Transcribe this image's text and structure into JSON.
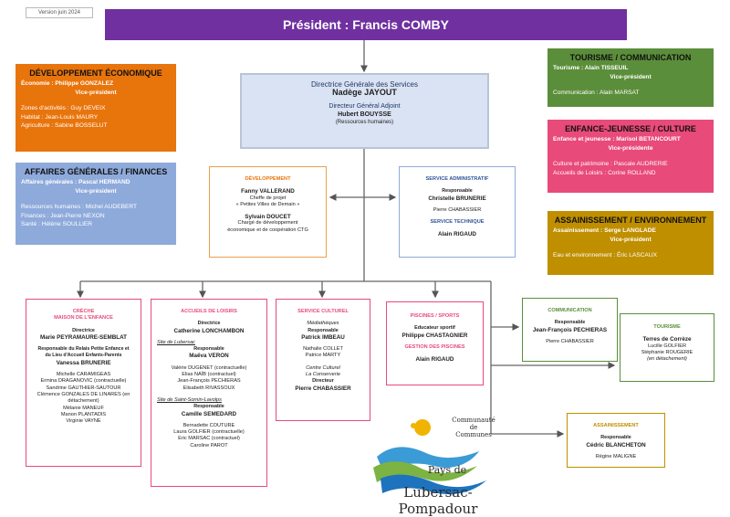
{
  "version": "Version juin 2024",
  "president": "Président : Francis COMBY",
  "colors": {
    "president": "#7030a0",
    "eco": "#e8740c",
    "affaires": "#8eaadb",
    "tourisme": "#5b8e3a",
    "enfance": "#e84a7a",
    "assain": "#bf8f00",
    "dgs": "#dae3f3"
  },
  "eco": {
    "title": "DÉVELOPPEMENT ÉCONOMIQUE",
    "vp_line": "Économie :  Philippe GONZALEZ",
    "vp": "Vice-président",
    "lines": [
      "Zones d'activités : Guy DEVEIX",
      "Habitat : Jean-Louis MAURY",
      "Agriculture : Sabine BOSSELUT"
    ]
  },
  "affaires": {
    "title": "AFFAIRES GÉNÉRALES / FINANCES",
    "vp_line": "Affaires générales : Pascal HERMAND",
    "vp": "Vice-président",
    "lines": [
      "Ressources humaines : Michel AUDEBERT",
      "Finances : Jean-Pierre NEXON",
      "Santé : Hélène SOULLIER"
    ]
  },
  "tourisme": {
    "title": "TOURISME / COMMUNICATION",
    "vp_line": "Tourisme : Alain TISSEUIL",
    "vp": "Vice-président",
    "lines": [
      "Communication : Alain MARSAT"
    ]
  },
  "enfance": {
    "title": "ENFANCE-JEUNESSE / CULTURE",
    "vp_line": "Enfance et jeunesse : Marisol BETANCOURT",
    "vp": "Vice-présidente",
    "lines": [
      "Culture et patrimoine : Pascale AUDRERIE",
      "Accueils de Loisirs : Corine ROLLAND"
    ]
  },
  "assain": {
    "title": "ASSAINISSEMENT / ENVIRONNEMENT",
    "vp_line": "Assainissement : Serge LANGLADE",
    "vp": "Vice-président",
    "lines": [
      "Eau et environnement : Éric LASCAUX"
    ]
  },
  "dgs": {
    "title": "Directrice Générale des Services",
    "name": "Nadège JAYOUT",
    "dga_title": "Directeur Général Adjoint",
    "dga_name": "Hubert BOUYSSE",
    "dga_note": "(Ressources humaines)"
  },
  "dev": {
    "title": "DÉVELOPPEMENT",
    "p1": "Fanny VALLERAND",
    "p1_role1": "Cheffe de projet",
    "p1_role2": "« Petites Villes de Demain »",
    "p2": "Sylvain DOUCET",
    "p2_role1": "Chargé de développement",
    "p2_role2": "économique et de coopération CTG"
  },
  "admin": {
    "title": "SERVICE ADMINISTRATIF",
    "resp_label": "Responsable",
    "resp": "Christelle BRUNERIE",
    "other": "Pierre CHABASSIER",
    "tech_title": "SERVICE TECHNIQUE",
    "tech": "Alain RIGAUD"
  },
  "creche": {
    "title1": "CRÈCHE",
    "title2": "MAISON DE L'ENFANCE",
    "dir_label": "Directrice",
    "dir": "Marie PEYRAMAURE-SEMBLAT",
    "relais1": "Responsable du Relais Petite Enfance et",
    "relais2": "du Lieu d'Accueil Enfants-Parents",
    "relais": "Vanessa BRUNERIE",
    "staff": [
      "Michelle CARAMIGEAS",
      "Ermina DRAGANOVIC (contractuelle)",
      "Sandrine GAUTHIER-SAUTOUR",
      "Clémence GONZALES DE LINARES (en",
      "détachement)",
      "Mélanie MANEUF",
      "Manon PLANTADIS",
      "Virginie VAYNE"
    ]
  },
  "loisirs": {
    "title": "ACCUEILS DE LOISIRS",
    "dir_label": "Directrice",
    "dir": "Catherine LONCHAMBON",
    "site1": "Site de Lubersac",
    "resp_label": "Responsable",
    "resp1": "Maëva VERON",
    "staff1": [
      "Valérie DUGENET (contractuelle)",
      "Elias NAÏB (contractuel)",
      "Jean-François PECHIERAS",
      "Elisabeth RIVASSOUX"
    ],
    "site2": "Site de Saint-Sornin-Lavolps",
    "resp2": "Camille SEMEDARD",
    "staff2": [
      "Bernadette COUTURE",
      "Laura GOLFIER (contractuelle)",
      "Eric MARSAC (contractuel)",
      "Caroline PAROT"
    ]
  },
  "culturel": {
    "title": "SERVICE CULTUREL",
    "sub1": "Médiathèques",
    "resp_label": "Responsable",
    "resp": "Patrick IMBEAU",
    "staff": [
      "Nathalie COLLET",
      "Patrice MARTY"
    ],
    "sub2": "Centre Culturel",
    "sub3": "La Conserverie",
    "dir_label": "Directeur",
    "dir": "Pierre CHABASSIER"
  },
  "piscines": {
    "title": "PISCINES / SPORTS",
    "edu_label": "Educateur sportif",
    "edu": "Philippe CHASTAGNIER",
    "gest_title": "GESTION DES PISCINES",
    "gest": "Alain RIGAUD"
  },
  "communication": {
    "title": "COMMUNICATION",
    "resp_label": "Responsable",
    "resp": "Jean-François PECHIERAS",
    "other": "Pierre CHABASSIER"
  },
  "tourisme_svc": {
    "title": "TOURISME",
    "sub": "Terres de Corrèze",
    "p1": "Lucille GOLFIER",
    "p2": "Stéphanie ROUGERIE",
    "p2_note": "(en détachement)"
  },
  "assain_svc": {
    "title": "ASSAINISSEMENT",
    "resp_label": "Responsable",
    "resp": "Cédric BLANCHETON",
    "other": "Régine MALIGNE"
  },
  "logo": {
    "line1": "Communauté",
    "line2": "de",
    "line3": "Communes",
    "line4": "Pays de",
    "line5": "Lubersac-Pompadour"
  }
}
